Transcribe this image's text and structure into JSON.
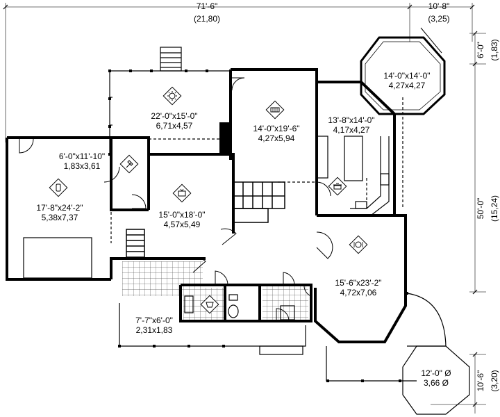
{
  "dimensions": {
    "overall_width": "71'-6\"",
    "overall_width_metric": "(21,80)",
    "octagon_width": "10'-8\"",
    "octagon_width_metric": "(3,25)",
    "octagon_depth": "6'-0\"",
    "octagon_depth_metric": "(1,83)",
    "overall_depth": "50'-0\"",
    "overall_depth_metric": "(15,24)",
    "porch_depth": "10'-6\"",
    "porch_depth_metric": "(3,20)"
  },
  "rooms": [
    {
      "id": "screened-porch",
      "size_imperial": "22'-0\"x15'-0\"",
      "size_metric": "6,71x4,57",
      "icon": "sun-icon"
    },
    {
      "id": "living-room",
      "size_imperial": "14'-0\"x19'-6\"",
      "size_metric": "4,27x5,94",
      "icon": "sofa-icon"
    },
    {
      "id": "octagon-room",
      "size_imperial": "14'-0\"x14'-0\"",
      "size_metric": "4,27x4,27",
      "icon": ""
    },
    {
      "id": "kitchen",
      "size_imperial": "13'-8\"x14'-0\"",
      "size_metric": "4,17x4,27",
      "icon": "pot-icon"
    },
    {
      "id": "workshop",
      "size_imperial": "6'-0\"x11'-10\"",
      "size_metric": "1,83x3,61",
      "icon": "hammer-icon"
    },
    {
      "id": "garage",
      "size_imperial": "17'-8\"x24'-2\"",
      "size_metric": "5,38x7,37",
      "icon": "car-icon"
    },
    {
      "id": "family-room",
      "size_imperial": "15'-0\"x18'-0\"",
      "size_metric": "4,57x5,49",
      "icon": "tv-icon"
    },
    {
      "id": "dining-room",
      "size_imperial": "15'-6\"x23'-2\"",
      "size_metric": "4,72x7,06",
      "icon": "plate-icon"
    },
    {
      "id": "laundry",
      "size_imperial": "7'-7\"x6'-0\"",
      "size_metric": "2,31x1,83",
      "icon": "laundry-icon"
    },
    {
      "id": "gazebo",
      "size_imperial": "12'-0\" Ø",
      "size_metric": "3,66 Ø",
      "icon": ""
    }
  ]
}
